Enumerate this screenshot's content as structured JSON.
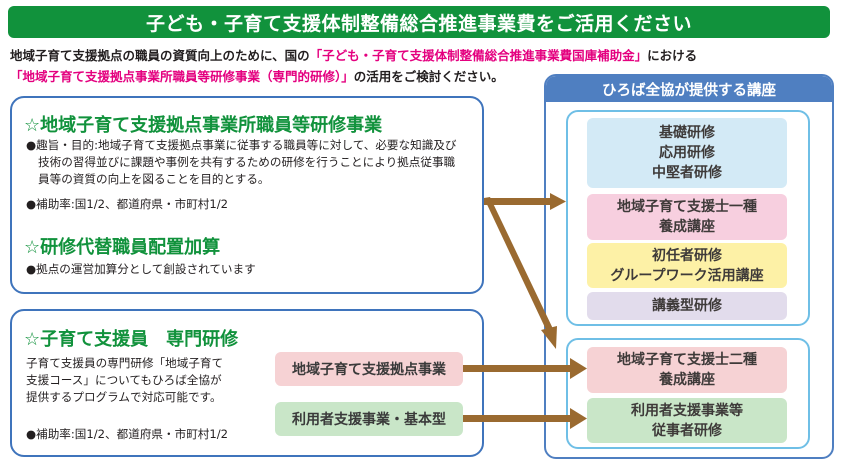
{
  "banner": {
    "title": "子ども・子育て支援体制整備総合推進事業費をご活用ください"
  },
  "intro": {
    "line1_prefix": "地域子育て支援拠点の職員の資質向上のために、国の",
    "line1_highlight": "「子ども・子育て支援体制整備総合推進事業費国庫補助金」",
    "line1_suffix": "における",
    "line2_highlight": "「地域子育て支援拠点事業所職員等研修事業（専門的研修）」",
    "line2_suffix": "の活用をご検討ください。"
  },
  "box1": {
    "title": "☆地域子育て支援拠点事業所職員等研修事業",
    "purpose": "●趣旨・目的:地域子育て支援拠点事業に従事する職員等に対して、必要な知識及び技術の習得並びに課題や事例を共有するための研修を行うことにより拠点従事職員等の資質の向上を図ることを目的とする。",
    "subsidy": "●補助率:国1/2、都道府県・市町村1/2",
    "title2": "☆研修代替職員配置加算",
    "note2": "●拠点の運営加算分として創設されています"
  },
  "box2": {
    "title": "☆子育て支援員　専門研修",
    "description": "子育て支援員の専門研修「地域子育て支援コース」についてもひろば全協が提供するプログラムで対応可能です。",
    "subsidy": "●補助率:国1/2、都道府県・市町村1/2",
    "tags": [
      "地域子育て支援拠点事業",
      "利用者支援事業・基本型"
    ]
  },
  "courses_panel": {
    "header": "ひろば全協が提供する講座",
    "group1": [
      {
        "lines": [
          "基礎研修",
          "応用研修",
          "中堅者研修"
        ]
      },
      {
        "lines": [
          "地域子育て支援士一種",
          "養成講座"
        ]
      },
      {
        "lines": [
          "初任者研修",
          "グループワーク活用講座"
        ]
      },
      {
        "lines": [
          "講義型研修"
        ]
      }
    ],
    "group2": [
      {
        "lines": [
          "地域子育て支援士二種",
          "養成講座"
        ]
      },
      {
        "lines": [
          "利用者支援事業等",
          "従事者研修"
        ]
      }
    ]
  },
  "colors": {
    "banner_green": "#11923c",
    "highlight_magenta": "#e4007f",
    "box_border_blue": "#3f74bc",
    "panel_blue": "#4f7fc1",
    "group_border_lightblue": "#6fbfe6",
    "arrow_brown": "#9a6a30"
  }
}
